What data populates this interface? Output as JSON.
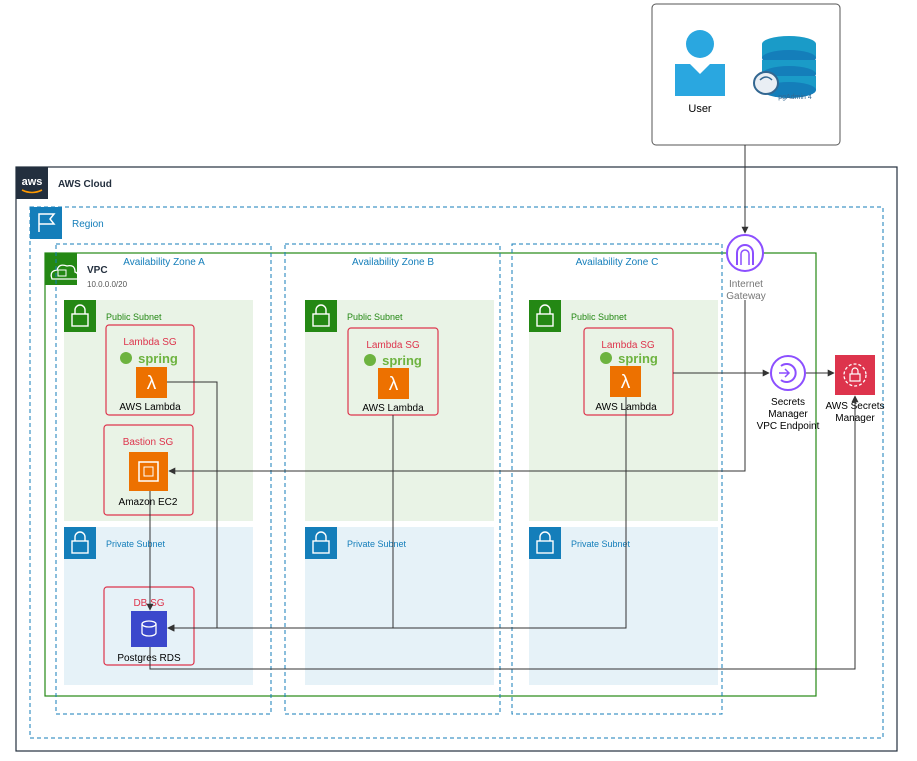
{
  "user_box": {
    "user_label": "User",
    "pgadmin_label": "pgAdmin 4"
  },
  "cloud": {
    "label": "AWS Cloud",
    "logo_text": "aws"
  },
  "region": {
    "label": "Region"
  },
  "vpc": {
    "label": "VPC",
    "cidr": "10.0.0.0/20"
  },
  "zones": {
    "a": {
      "label": "Availability Zone A"
    },
    "b": {
      "label": "Availability Zone B"
    },
    "c": {
      "label": "Availability Zone C"
    }
  },
  "subnets": {
    "public_label": "Public Subnet",
    "private_label": "Private Subnet"
  },
  "lambda": {
    "sg_label": "Lambda SG",
    "spring_label": "spring",
    "name": "AWS Lambda"
  },
  "bastion": {
    "sg_label": "Bastion SG",
    "name": "Amazon EC2"
  },
  "db": {
    "sg_label": "DB SG",
    "name": "Postgres RDS"
  },
  "igw": {
    "line1": "Internet",
    "line2": "Gateway"
  },
  "endpoint": {
    "line1": "Secrets",
    "line2": "Manager",
    "line3": "VPC Endpoint"
  },
  "secrets": {
    "line1": "AWS Secrets",
    "line2": "Manager"
  },
  "colors": {
    "region_blue": "#147eba",
    "vpc_green": "#248814",
    "public_fill": "#e9f3e6",
    "private_fill": "#e6f2f8",
    "private_icon": "#147eba",
    "sg_red": "#dd344c",
    "compute_orange": "#ed7100",
    "db_blue": "#3b48cc",
    "endpoint_purple": "#8c4fff",
    "secrets_red": "#dd344c",
    "spring_green": "#6db33f"
  }
}
